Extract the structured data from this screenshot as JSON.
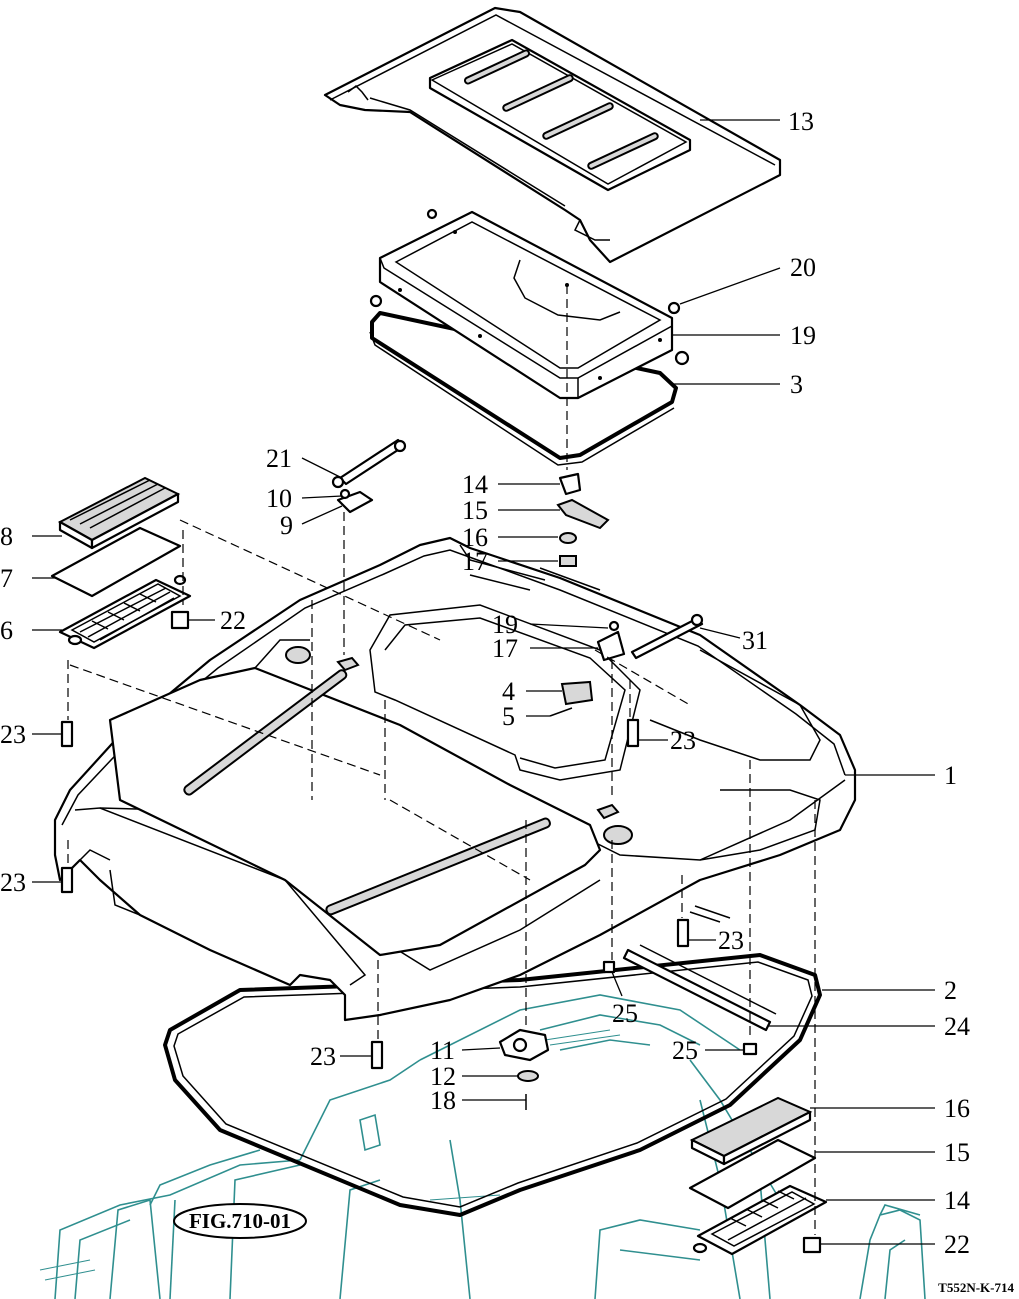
{
  "labels": {
    "l13": "13",
    "l20": "20",
    "l19a": "19",
    "l3": "3",
    "l21": "21",
    "l10": "10",
    "l9": "9",
    "l14a": "14",
    "l15a": "15",
    "l16a": "16",
    "l17a": "17",
    "l8": "8",
    "l7": "7",
    "l6": "6",
    "l22a": "22",
    "l19b": "19",
    "l17b": "17",
    "l31": "31",
    "l4": "4",
    "l5": "5",
    "l23a": "23",
    "l23b": "23",
    "l23c": "23",
    "l23d": "23",
    "l23e": "23",
    "l1": "1",
    "l2": "2",
    "l24": "24",
    "l25a": "25",
    "l25b": "25",
    "l11": "11",
    "l12": "12",
    "l18": "18",
    "l16b": "16",
    "l15b": "15",
    "l14b": "14",
    "l22b": "22"
  },
  "figure_ref": "FIG.710-01",
  "drawing_code": "T552N-K-714",
  "colors": {
    "line": "#000000",
    "background_frame": "#2f8f8f",
    "paper": "#ffffff"
  }
}
